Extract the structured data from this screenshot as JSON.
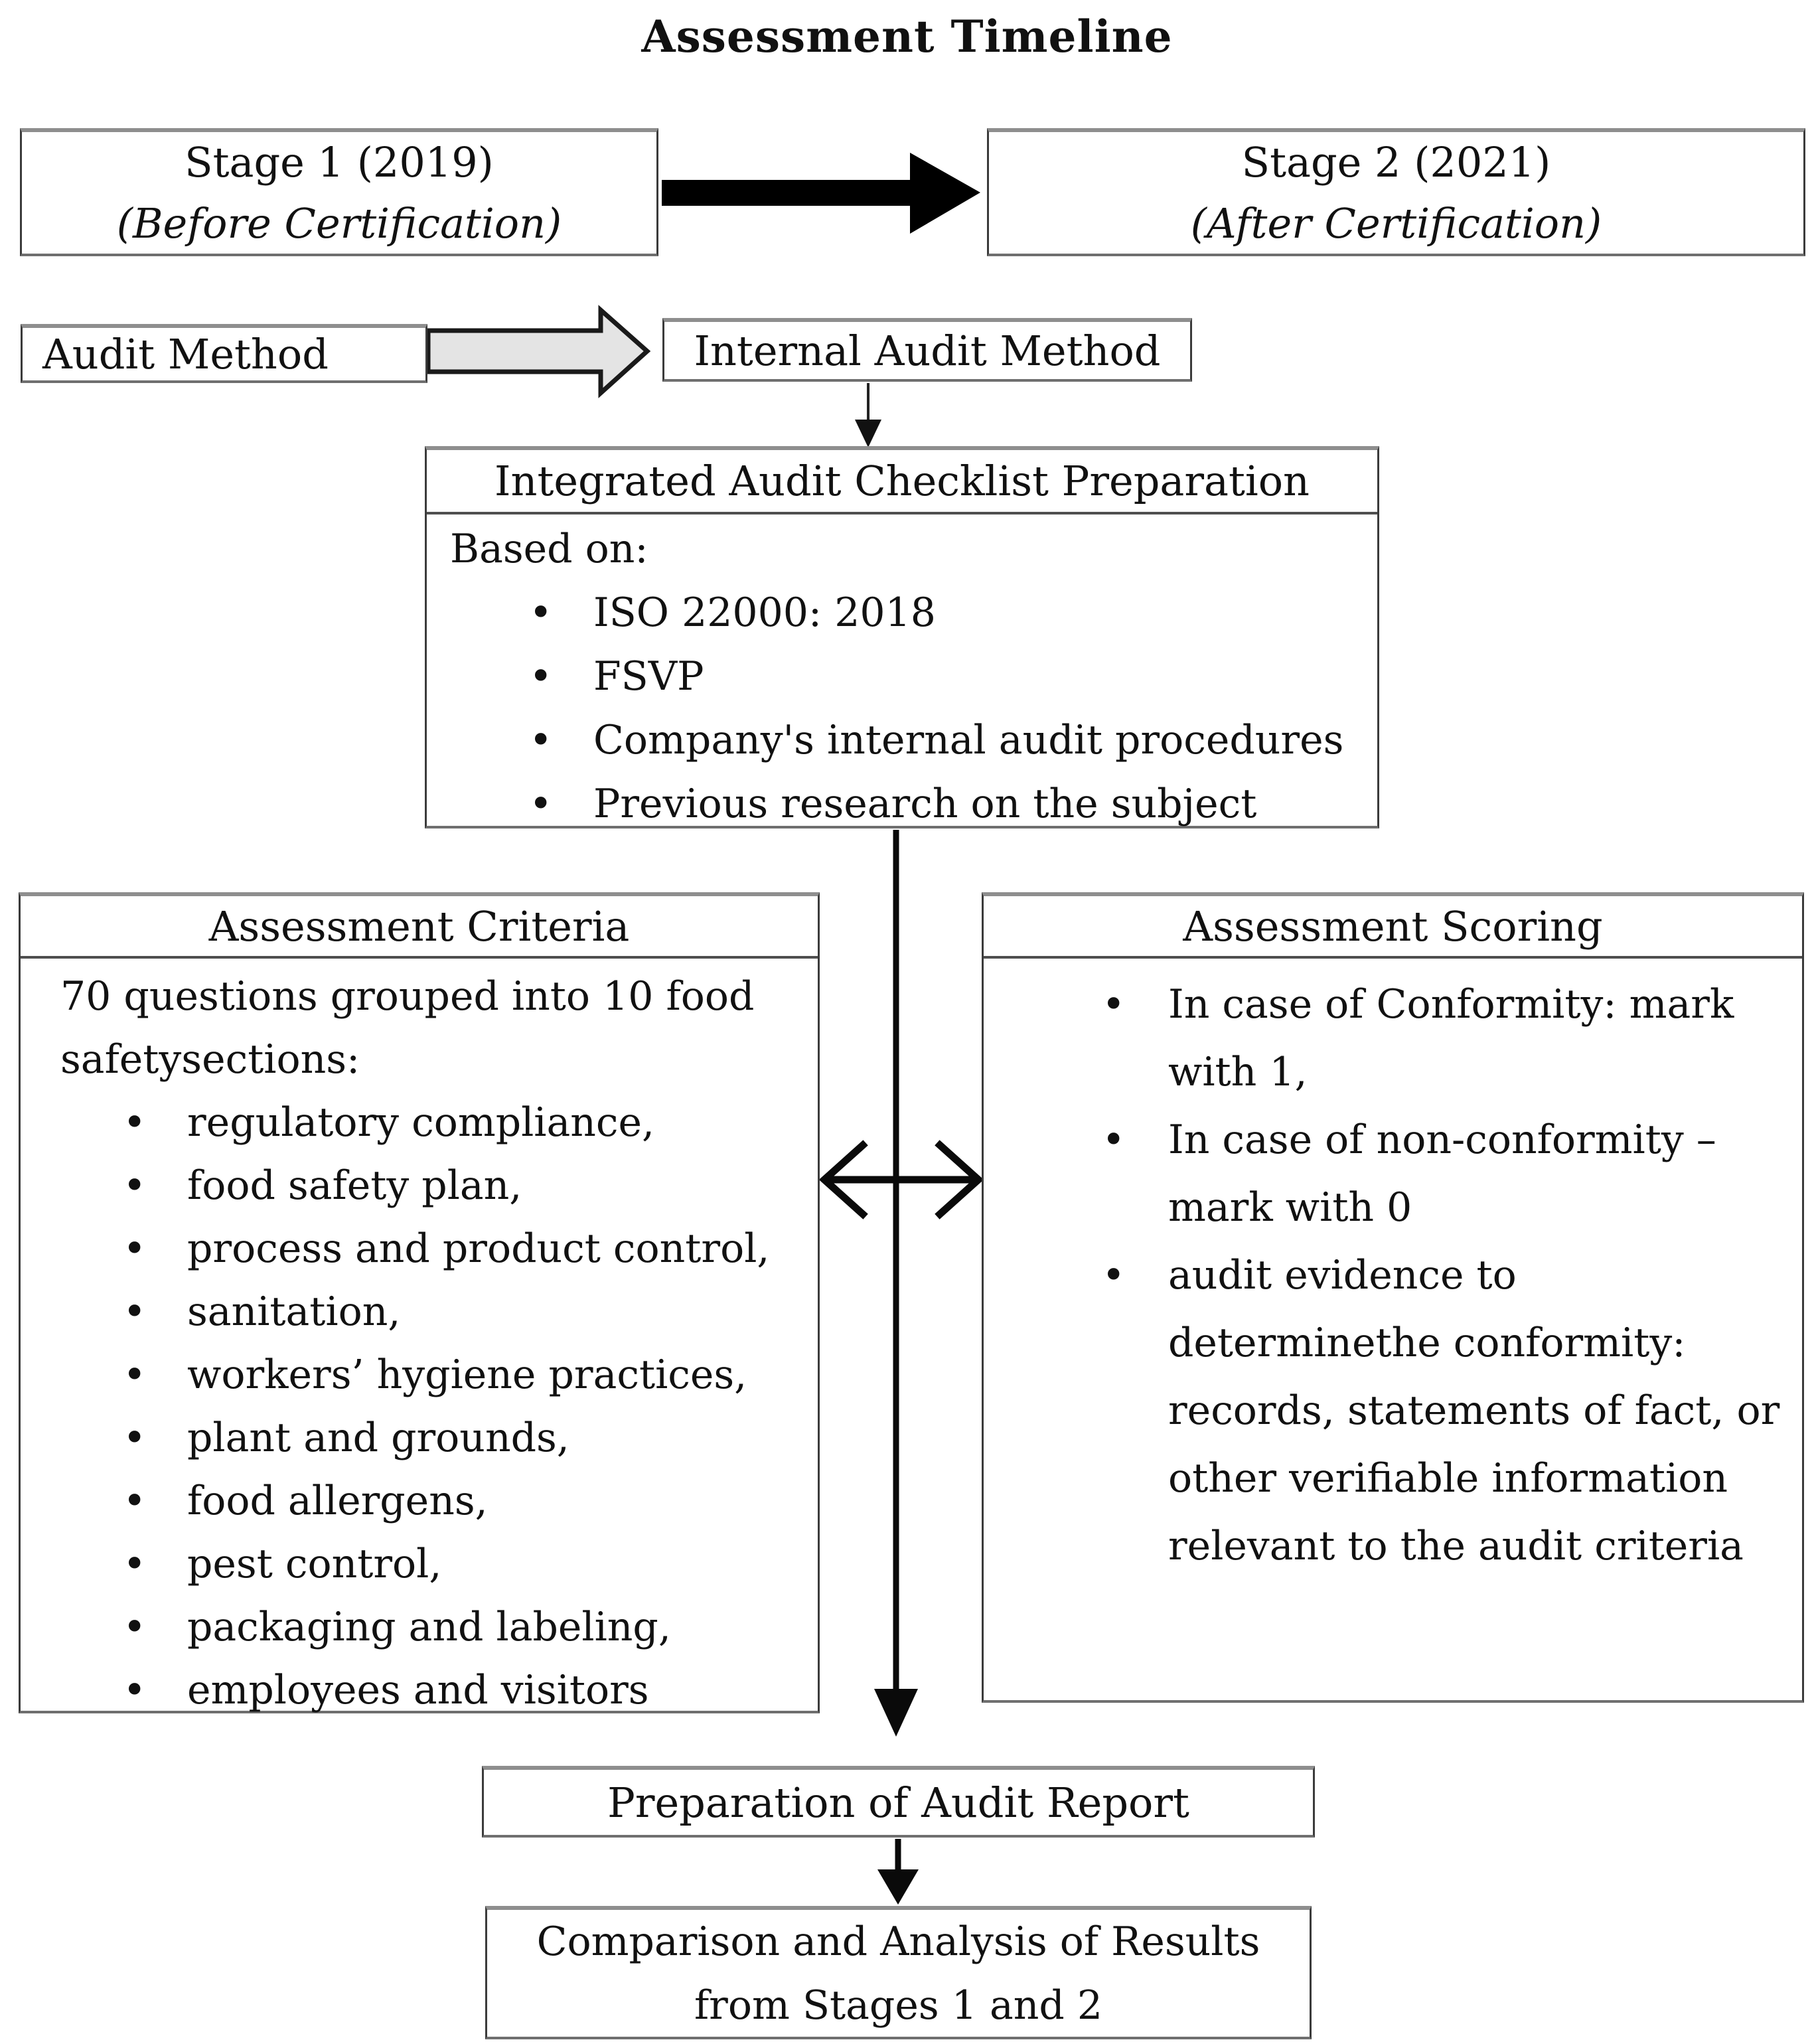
{
  "title": "Assessment Timeline",
  "timeline": {
    "stage1": {
      "name": "Stage 1 (2019)",
      "subtitle": "(Before Certification)"
    },
    "stage2": {
      "name": "Stage 2 (2021)",
      "subtitle": "(After Certification)"
    }
  },
  "method_row": {
    "audit_method": "Audit Method",
    "internal_audit_method": "Internal Audit Method"
  },
  "checklist": {
    "title": "Integrated Audit Checklist Preparation",
    "intro": "Based on:",
    "items": [
      "ISO 22000: 2018",
      "FSVP",
      "Company's internal audit procedures",
      "Previous research on the subject"
    ]
  },
  "criteria": {
    "title": "Assessment Criteria",
    "intro": "70 questions grouped into 10 food safetysections:",
    "items": [
      "regulatory compliance,",
      "food safety plan,",
      "process and product control,",
      "sanitation,",
      "workers’ hygiene practices,",
      "plant and grounds,",
      "food allergens,",
      "pest control,",
      "packaging and labeling,",
      "employees and visitors"
    ]
  },
  "scoring": {
    "title": "Assessment Scoring",
    "items": [
      "In case of Conformity: mark with 1,",
      "In case of non-conformity – mark with 0",
      "audit evidence to determinethe conformity: records, statements of fact, or other verifiable information relevant to the audit criteria"
    ]
  },
  "report": {
    "title": "Preparation of Audit Report"
  },
  "comparison": {
    "title": "Comparison and Analysis of Results from Stages 1 and 2"
  },
  "glyphs": {
    "bullet": "•"
  },
  "colors": {
    "background": "#ffffff",
    "text": "#111111",
    "box_border": "#3b3b3b",
    "box_border_top": "#8e8e8e",
    "header_divider": "#4f4f4f",
    "arrow_black": "#000000",
    "block_arrow_fill": "#e4e4e4"
  }
}
